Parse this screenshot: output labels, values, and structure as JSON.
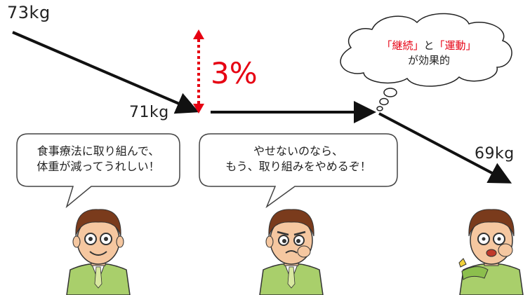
{
  "weights": {
    "w1": "73kg",
    "w2": "71kg",
    "w3": "69kg"
  },
  "change": "3%",
  "thought": {
    "q1": "「継続」",
    "and": "と",
    "q2": "「運動」",
    "line2": "が効果的"
  },
  "bubble_left": {
    "line1": "食事療法に取り組んで、",
    "line2": "体重が減ってうれしい！"
  },
  "bubble_mid": {
    "line1": "やせないのなら、",
    "line2": "もう、取り組みをやめるぞ！"
  },
  "colors": {
    "accent": "#e60012",
    "suit": "#a9cf6b",
    "hair": "#7a3b1c"
  }
}
